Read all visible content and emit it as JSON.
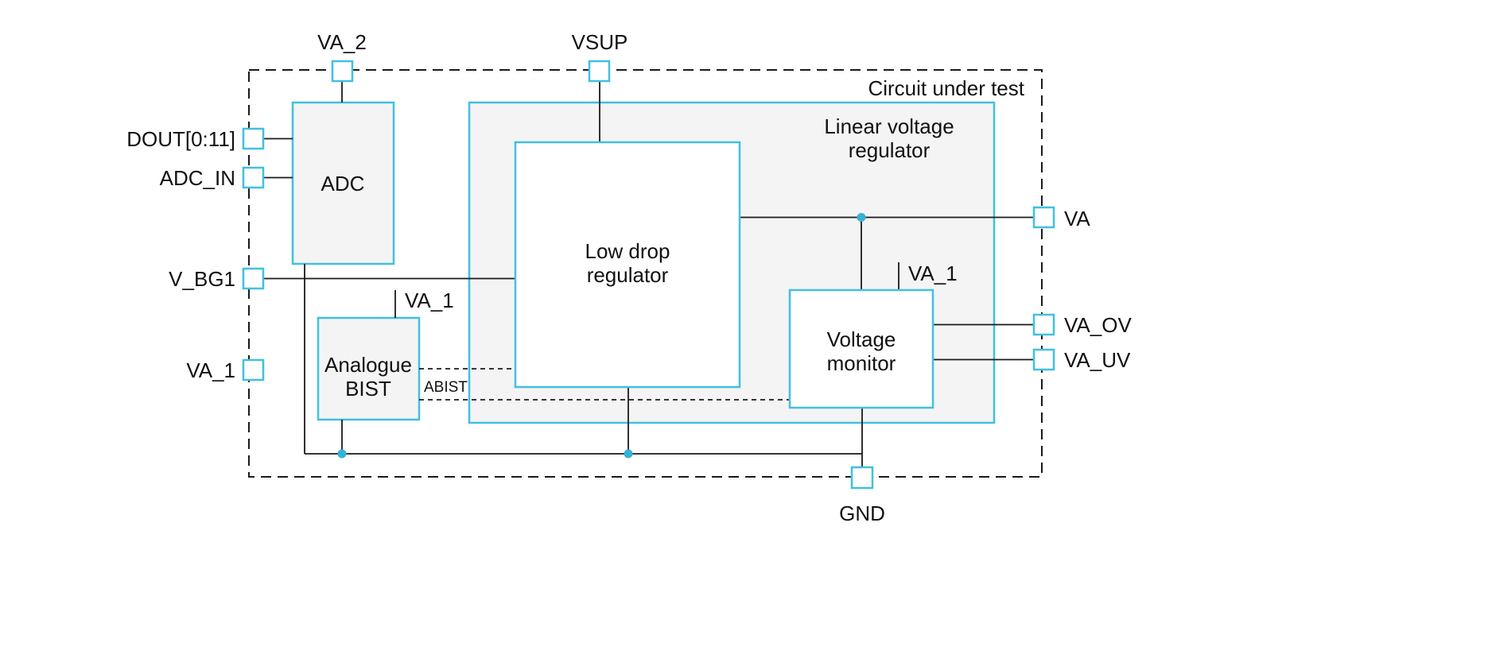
{
  "colors": {
    "accent": "#41c0e0",
    "junction_dot": "#35b2d6",
    "wire": "#1a1a1a",
    "block_fill": "#f4f4f4"
  },
  "title": "Circuit under test",
  "blocks": {
    "adc": {
      "label": "ADC"
    },
    "analogue_bist": {
      "line1": "Analogue",
      "line2": "BIST"
    },
    "linear_regulator": {
      "line1": "Linear voltage",
      "line2": "regulator"
    },
    "low_drop_regulator": {
      "line1": "Low drop",
      "line2": "regulator"
    },
    "voltage_monitor": {
      "line1": "Voltage",
      "line2": "monitor"
    }
  },
  "ports": {
    "va_2": {
      "label": "VA_2"
    },
    "vsup": {
      "label": "VSUP"
    },
    "dout": {
      "label": "DOUT[0:11]"
    },
    "adc_in": {
      "label": "ADC_IN"
    },
    "v_bg1": {
      "label": "V_BG1"
    },
    "va_1_left": {
      "label": "VA_1"
    },
    "va": {
      "label": "VA"
    },
    "va_ov": {
      "label": "VA_OV"
    },
    "va_uv": {
      "label": "VA_UV"
    },
    "gnd": {
      "label": "GND"
    }
  },
  "nets": {
    "abist": {
      "label": "ABIST"
    },
    "va_1_bist": {
      "label": "VA_1"
    },
    "va_1_monitor": {
      "label": "VA_1"
    }
  }
}
